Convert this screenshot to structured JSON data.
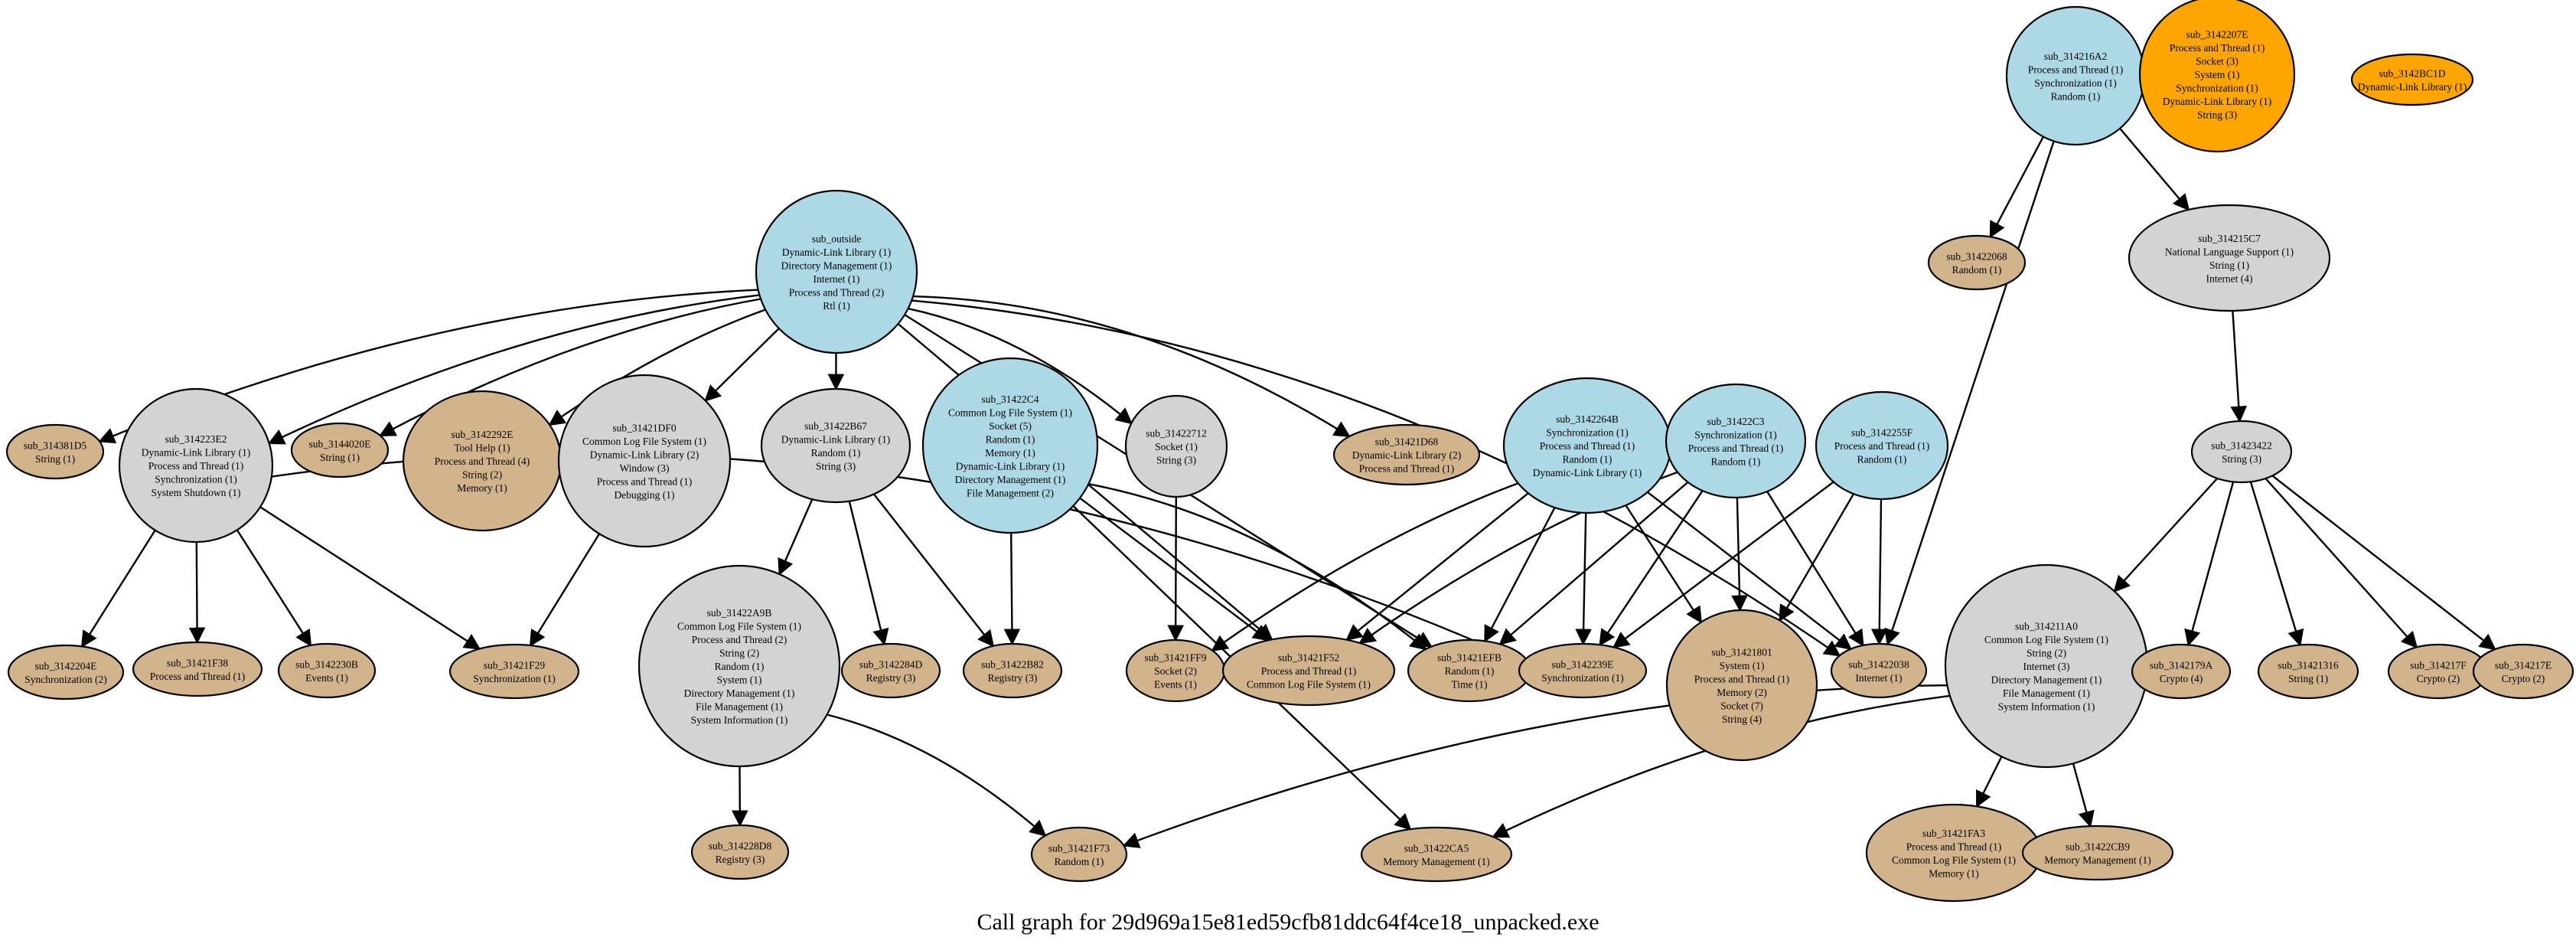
{
  "caption": "Call graph for 29d969a15e81ed59cfb81ddc64f4ce18_unpacked.exe",
  "colors": {
    "internal_blue": "#add8e6",
    "internal_grey": "#d3d3d3",
    "leaf_tan": "#d2b48c",
    "orphan_orange": "#ffa500",
    "edge": "#000000"
  },
  "nodes": [
    {
      "id": "sub_outside",
      "color": "internal_blue",
      "lines": [
        "sub_outside",
        "Dynamic-Link Library (1)",
        "Directory Management (1)",
        "Internet (1)",
        "Process and Thread (2)",
        "Rtl (1)"
      ]
    },
    {
      "id": "sub_314216A2",
      "color": "internal_blue",
      "lines": [
        "sub_314216A2",
        "Process and Thread (1)",
        "Synchronization (1)",
        "Random (1)"
      ]
    },
    {
      "id": "sub_3142207E",
      "color": "orphan_orange",
      "lines": [
        "sub_3142207E",
        "Process and Thread (1)",
        "Socket (3)",
        "System (1)",
        "Synchronization (1)",
        "Dynamic-Link Library (1)",
        "String (3)"
      ]
    },
    {
      "id": "sub_3142BC1D",
      "color": "orphan_orange",
      "lines": [
        "sub_3142BC1D",
        "Dynamic-Link Library (1)"
      ]
    },
    {
      "id": "sub_31422068",
      "color": "leaf_tan",
      "lines": [
        "sub_31422068",
        "Random (1)"
      ]
    },
    {
      "id": "sub_31421C7",
      "color": "internal_grey",
      "lines": [
        "sub_314215C7",
        "National Language Support (1)",
        "String (1)",
        "Internet (4)"
      ]
    },
    {
      "id": "sub_314381D5",
      "color": "leaf_tan",
      "lines": [
        "sub_314381D5",
        "String (1)"
      ]
    },
    {
      "id": "sub_314223E2",
      "color": "internal_grey",
      "lines": [
        "sub_314223E2",
        "Dynamic-Link Library (1)",
        "Process and Thread (1)",
        "Synchronization (1)",
        "System Shutdown (1)"
      ]
    },
    {
      "id": "sub_314402E",
      "color": "leaf_tan",
      "lines": [
        "sub_3144020E",
        "String (1)"
      ]
    },
    {
      "id": "sub_314222E",
      "color": "leaf_tan",
      "lines": [
        "sub_3142292E",
        "Tool Help (1)",
        "Process and Thread (4)",
        "String (2)",
        "Memory (1)"
      ]
    },
    {
      "id": "sub_31421DF0",
      "color": "internal_grey",
      "lines": [
        "sub_31421DF0",
        "Common Log File System (1)",
        "Dynamic-Link Library (2)",
        "Window (3)",
        "Process and Thread (1)",
        "Debugging (1)"
      ]
    },
    {
      "id": "sub_31422B67",
      "color": "internal_grey",
      "lines": [
        "sub_31422B67",
        "Dynamic-Link Library (1)",
        "Random (1)",
        "String (3)"
      ]
    },
    {
      "id": "sub_31422C4",
      "color": "internal_blue",
      "lines": [
        "sub_31422C4",
        "Common Log File System (1)",
        "Socket (5)",
        "Random (1)",
        "Memory (1)",
        "Dynamic-Link Library (1)",
        "Directory Management (1)",
        "File Management (2)"
      ]
    },
    {
      "id": "sub_31422712",
      "color": "internal_grey",
      "lines": [
        "sub_31422712",
        "Socket (1)",
        "String (3)"
      ]
    },
    {
      "id": "sub_31421D68",
      "color": "leaf_tan",
      "lines": [
        "sub_31421D68",
        "Dynamic-Link Library (2)",
        "Process and Thread (1)"
      ]
    },
    {
      "id": "sub_3142264B",
      "color": "internal_blue",
      "lines": [
        "sub_3142264B",
        "Synchronization (1)",
        "Process and Thread (1)",
        "Random (1)",
        "Dynamic-Link Library (1)"
      ]
    },
    {
      "id": "sub_31422C3",
      "color": "internal_blue",
      "lines": [
        "sub_31422C3",
        "Synchronization (1)",
        "Process and Thread (1)",
        "Random (1)"
      ]
    },
    {
      "id": "sub_3142255F",
      "color": "internal_blue",
      "lines": [
        "sub_3142255F",
        "Process and Thread (1)",
        "Random (1)"
      ]
    },
    {
      "id": "sub_31423422",
      "color": "internal_grey",
      "lines": [
        "sub_31423422",
        "String (3)"
      ]
    },
    {
      "id": "sub_314204E",
      "color": "leaf_tan",
      "lines": [
        "sub_3142204E",
        "Synchronization (2)"
      ]
    },
    {
      "id": "sub_31421F38",
      "color": "leaf_tan",
      "lines": [
        "sub_31421F38",
        "Process and Thread (1)"
      ]
    },
    {
      "id": "sub_314230B",
      "color": "leaf_tan",
      "lines": [
        "sub_3142230B",
        "Events (1)"
      ]
    },
    {
      "id": "sub_31421F29",
      "color": "leaf_tan",
      "lines": [
        "sub_31421F29",
        "Synchronization (1)"
      ]
    },
    {
      "id": "sub_31422A9B",
      "color": "internal_grey",
      "lines": [
        "sub_31422A9B",
        "Common Log File System (1)",
        "Process and Thread (2)",
        "String (2)",
        "Random (1)",
        "System (1)",
        "Directory Management (1)",
        "File Management (1)",
        "System Information (1)"
      ]
    },
    {
      "id": "sub_3142284D",
      "color": "leaf_tan",
      "lines": [
        "sub_3142284D",
        "Registry (3)"
      ]
    },
    {
      "id": "sub_3142B82",
      "color": "leaf_tan",
      "lines": [
        "sub_31422B82",
        "Registry (3)"
      ]
    },
    {
      "id": "sub_31421FF9",
      "color": "leaf_tan",
      "lines": [
        "sub_31421FF9",
        "Socket (2)",
        "Events (1)"
      ]
    },
    {
      "id": "sub_31421F52",
      "color": "leaf_tan",
      "lines": [
        "sub_31421F52",
        "Process and Thread (1)",
        "Common Log File System (1)"
      ]
    },
    {
      "id": "sub_31421EFB",
      "color": "leaf_tan",
      "lines": [
        "sub_31421EFB",
        "Random (1)",
        "Time (1)"
      ]
    },
    {
      "id": "sub_3142239E",
      "color": "leaf_tan",
      "lines": [
        "sub_3142239E",
        "Synchronization (1)"
      ]
    },
    {
      "id": "sub_31421801",
      "color": "leaf_tan",
      "lines": [
        "sub_31421801",
        "System (1)",
        "Process and Thread (1)",
        "Memory (2)",
        "Socket (7)",
        "String (4)"
      ]
    },
    {
      "id": "sub_31422038",
      "color": "leaf_tan",
      "lines": [
        "sub_31422038",
        "Internet (1)"
      ]
    },
    {
      "id": "sub_314211A0",
      "color": "internal_grey",
      "lines": [
        "sub_314211A0",
        "Common Log File System (1)",
        "String (2)",
        "Internet (3)",
        "Directory Management (1)",
        "File Management (1)",
        "System Information (1)"
      ]
    },
    {
      "id": "sub_3142179A",
      "color": "leaf_tan",
      "lines": [
        "sub_3142179A",
        "Crypto (4)"
      ]
    },
    {
      "id": "sub_3142131",
      "color": "leaf_tan",
      "lines": [
        "sub_31421316",
        "String (1)"
      ]
    },
    {
      "id": "sub_314217F",
      "color": "leaf_tan",
      "lines": [
        "sub_314217F",
        "Crypto (2)"
      ]
    },
    {
      "id": "sub_314217E",
      "color": "leaf_tan",
      "lines": [
        "sub_314217E",
        "Crypto (2)"
      ]
    },
    {
      "id": "sub_314228D8",
      "color": "leaf_tan",
      "lines": [
        "sub_314228D8",
        "Registry (3)"
      ]
    },
    {
      "id": "sub_31421F73",
      "color": "leaf_tan",
      "lines": [
        "sub_31421F73",
        "Random (1)"
      ]
    },
    {
      "id": "sub_31422CA5",
      "color": "leaf_tan",
      "lines": [
        "sub_31422CA5",
        "Memory Management (1)"
      ]
    },
    {
      "id": "sub_31421FA3",
      "color": "leaf_tan",
      "lines": [
        "sub_31421FA3",
        "Process and Thread (1)",
        "Common Log File System (1)",
        "Memory (1)"
      ]
    },
    {
      "id": "sub_31422CB9",
      "color": "leaf_tan",
      "lines": [
        "sub_31422CB9",
        "Memory Management (1)"
      ]
    }
  ],
  "edges": [
    [
      "sub_outside",
      "sub_314381D5"
    ],
    [
      "sub_outside",
      "sub_314223E2"
    ],
    [
      "sub_outside",
      "sub_314402E"
    ],
    [
      "sub_outside",
      "sub_314222E"
    ],
    [
      "sub_outside",
      "sub_31421DF0"
    ],
    [
      "sub_outside",
      "sub_31422B67"
    ],
    [
      "sub_outside",
      "sub_31422712"
    ],
    [
      "sub_outside",
      "sub_31421D68"
    ],
    [
      "sub_outside",
      "sub_31421F52"
    ],
    [
      "sub_outside",
      "sub_31421EFB"
    ],
    [
      "sub_outside",
      "sub_31422038"
    ],
    [
      "sub_314216A2",
      "sub_31422068"
    ],
    [
      "sub_314216A2",
      "sub_31421C7"
    ],
    [
      "sub_314216A2",
      "sub_31422038"
    ],
    [
      "sub_31421C7",
      "sub_31423422"
    ],
    [
      "sub_314223E2",
      "sub_314204E"
    ],
    [
      "sub_314223E2",
      "sub_31421F38"
    ],
    [
      "sub_314223E2",
      "sub_314230B"
    ],
    [
      "sub_314223E2",
      "sub_31421F29"
    ],
    [
      "sub_314223E2",
      "sub_3142239E"
    ],
    [
      "sub_31421DF0",
      "sub_31421F29"
    ],
    [
      "sub_31422B67",
      "sub_31422A9B"
    ],
    [
      "sub_31422B67",
      "sub_3142284D"
    ],
    [
      "sub_31422B67",
      "sub_3142B82"
    ],
    [
      "sub_31422C4",
      "sub_3142B82"
    ],
    [
      "sub_31422C4",
      "sub_31421F52"
    ],
    [
      "sub_31422C4",
      "sub_31421EFB"
    ],
    [
      "sub_31422C4",
      "sub_31422CA5"
    ],
    [
      "sub_31422712",
      "sub_31421FF9"
    ],
    [
      "sub_3142264B",
      "sub_31421FF9"
    ],
    [
      "sub_3142264B",
      "sub_31421F52"
    ],
    [
      "sub_3142264B",
      "sub_31421EFB"
    ],
    [
      "sub_3142264B",
      "sub_3142239E"
    ],
    [
      "sub_3142264B",
      "sub_31421801"
    ],
    [
      "sub_3142264B",
      "sub_31422038"
    ],
    [
      "sub_31422C3",
      "sub_31421F52"
    ],
    [
      "sub_31422C3",
      "sub_31421EFB"
    ],
    [
      "sub_31422C3",
      "sub_3142239E"
    ],
    [
      "sub_31422C3",
      "sub_31421801"
    ],
    [
      "sub_31422C3",
      "sub_31422038"
    ],
    [
      "sub_3142255F",
      "sub_3142239E"
    ],
    [
      "sub_3142255F",
      "sub_31421801"
    ],
    [
      "sub_3142255F",
      "sub_31422038"
    ],
    [
      "sub_31423422",
      "sub_314211A0"
    ],
    [
      "sub_31423422",
      "sub_3142179A"
    ],
    [
      "sub_31423422",
      "sub_3142131"
    ],
    [
      "sub_31423422",
      "sub_314217F"
    ],
    [
      "sub_31423422",
      "sub_314217E"
    ],
    [
      "sub_31422A9B",
      "sub_314228D8"
    ],
    [
      "sub_31422A9B",
      "sub_31421F73"
    ],
    [
      "sub_314211A0",
      "sub_31421F73"
    ],
    [
      "sub_314211A0",
      "sub_31422CA5"
    ],
    [
      "sub_314211A0",
      "sub_31421FA3"
    ],
    [
      "sub_314211A0",
      "sub_31422CB9"
    ]
  ]
}
